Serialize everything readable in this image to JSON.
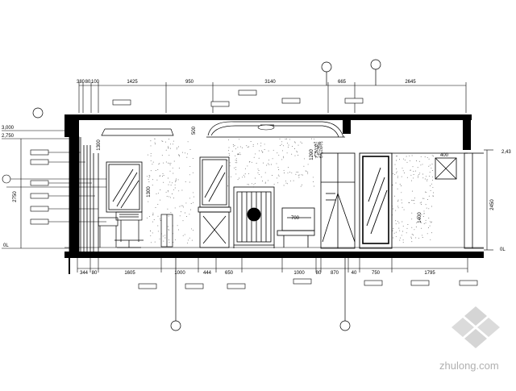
{
  "top_dimensions": [
    "380",
    "80",
    "100",
    "1425",
    "950",
    "3140",
    "665",
    "2645"
  ],
  "bottom_dimensions": [
    "344",
    "80",
    "1605",
    "1000",
    "444",
    "650",
    "1000",
    "80",
    "870",
    "40",
    "750",
    "1795"
  ],
  "right_height": "2450",
  "left_height": "2750",
  "right_top_level": "2,43",
  "left_levels": [
    "3,000",
    "2,750",
    "0L"
  ],
  "right_bottom_level": "0L",
  "inner_dims": {
    "mirror_height": "1300",
    "ceiling_drop": "500",
    "window_width": "400",
    "glass_height": "1400",
    "left_wall_height": "1300",
    "cabinet_height": "700",
    "right_wall_height": "1200"
  },
  "watermark": "zhulong.com"
}
